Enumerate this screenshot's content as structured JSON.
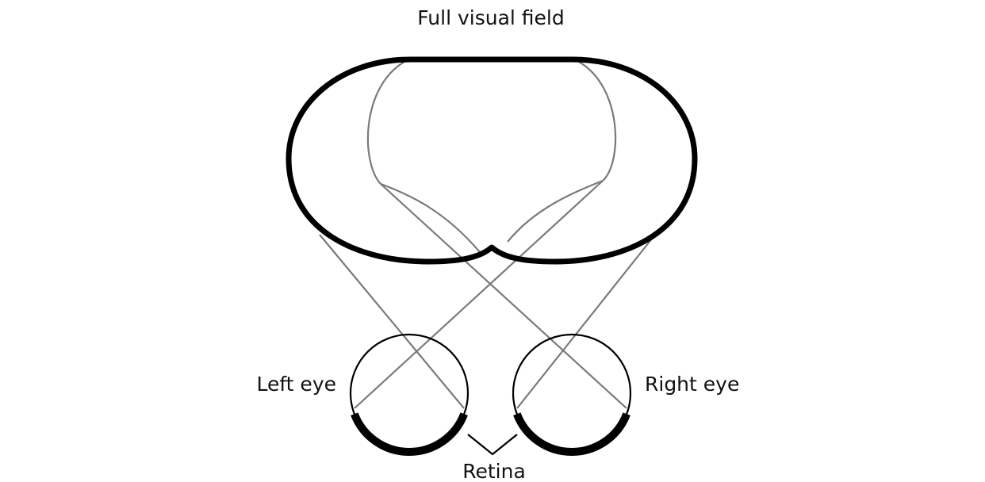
{
  "title": "Full visual field",
  "labels": {
    "left_eye": "Left eye",
    "right_eye": "Right eye",
    "retina": "Retina"
  },
  "colors": {
    "background": "#ffffff",
    "outline": "#000000",
    "projection_lines": "#7a7a7a"
  }
}
